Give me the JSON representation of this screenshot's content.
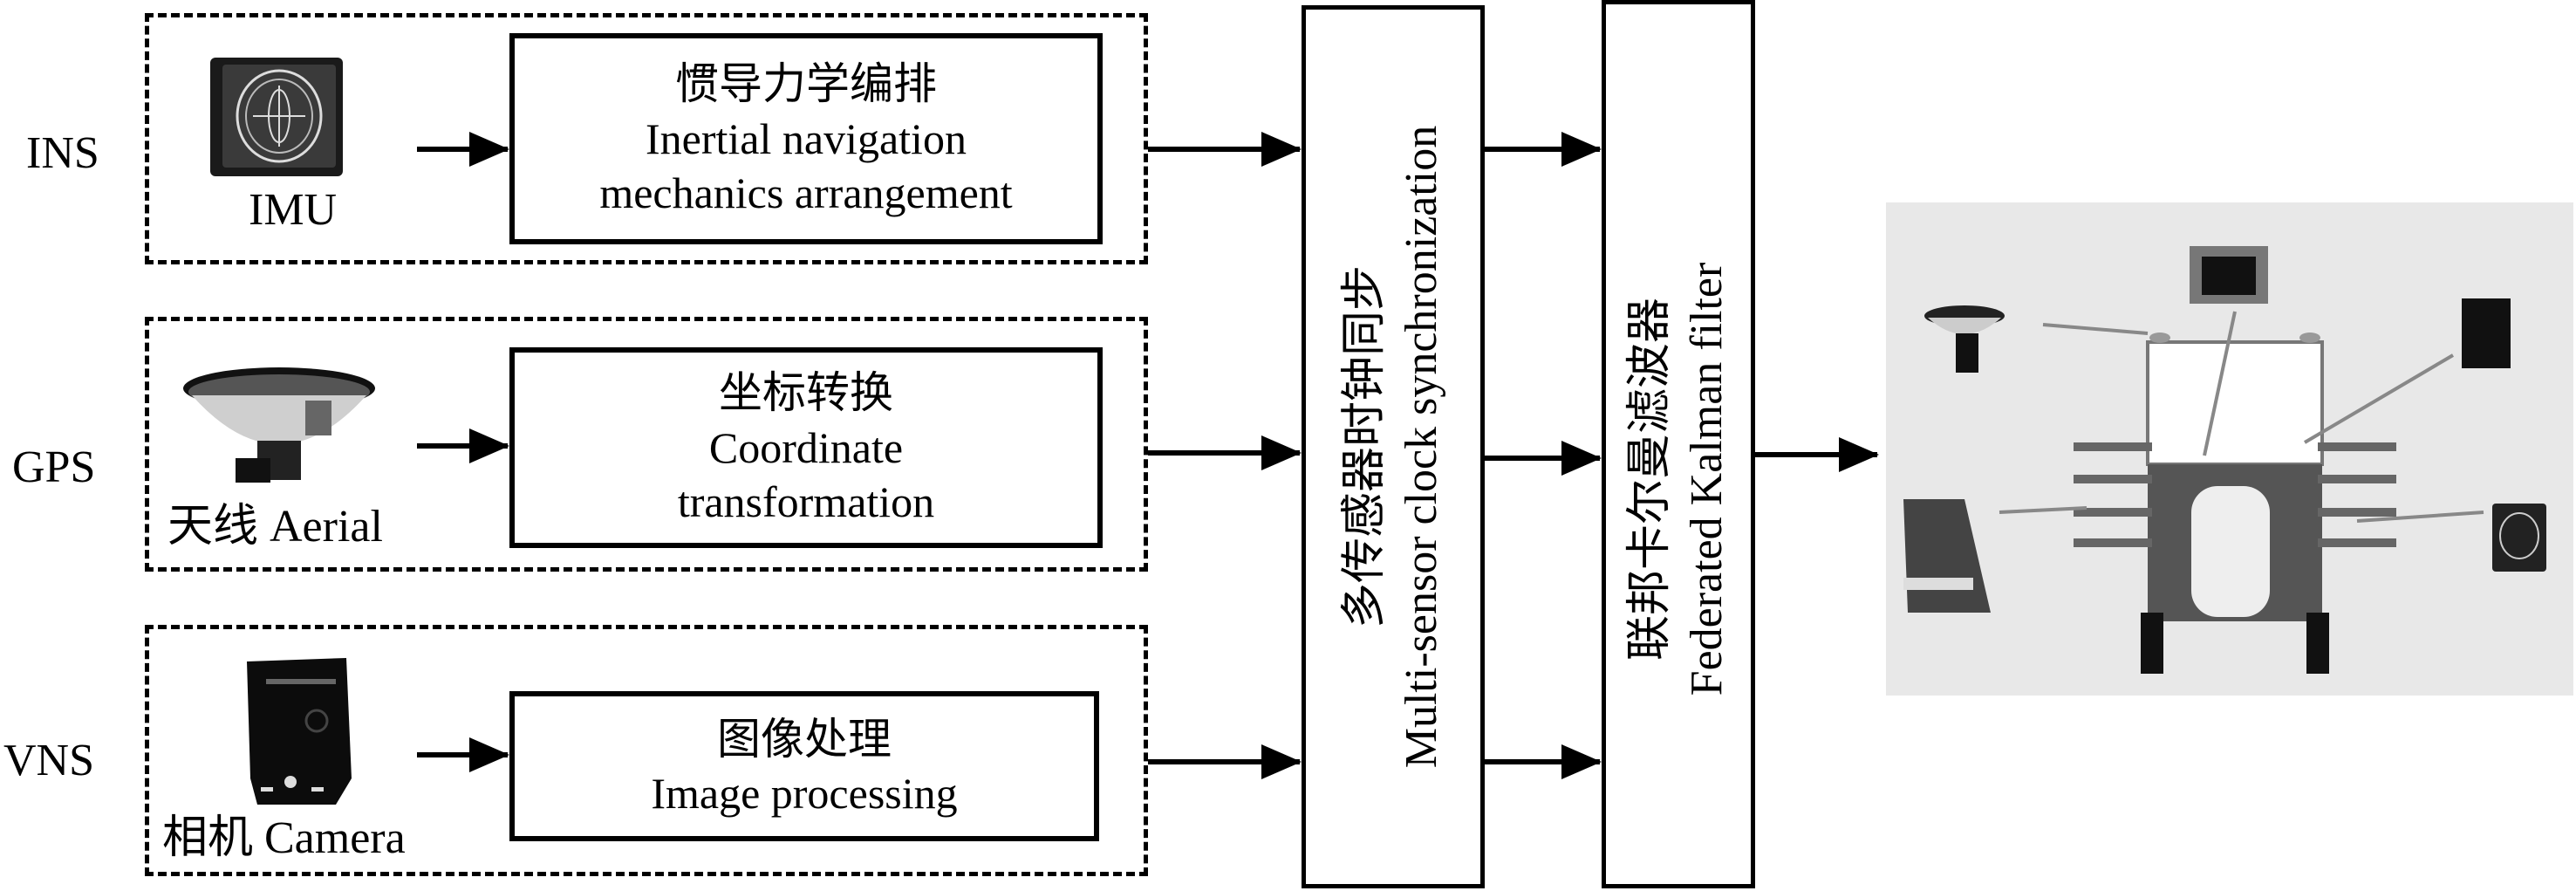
{
  "rows": [
    {
      "label": "INS",
      "sensor_caption": "IMU",
      "sensor_icon": "imu-device-icon",
      "process_cn": "惯导力学编排",
      "process_en_lines": [
        "Inertial navigation",
        "mechanics arrangement"
      ]
    },
    {
      "label": "GPS",
      "sensor_caption": "天线 Aerial",
      "sensor_icon": "gps-antenna-icon",
      "process_cn": "坐标转换",
      "process_en_lines": [
        "Coordinate",
        "transformation"
      ]
    },
    {
      "label": "VNS",
      "sensor_caption": "相机 Camera",
      "sensor_icon": "camera-icon",
      "process_cn": "图像处理",
      "process_en_lines": [
        "Image processing"
      ]
    }
  ],
  "sync_block": {
    "cn": "多传感器时钟同步",
    "en": "Multi-sensor clock synchronization"
  },
  "filter_block": {
    "cn": "联邦卡尔曼滤波器",
    "en": "Federated Kalman filter"
  },
  "output_photo": {
    "description": "rice-transplanter-with-mounted-sensors",
    "callouts": [
      "gps-antenna",
      "display-screen",
      "camera",
      "controller-box",
      "imu"
    ]
  },
  "colors": {
    "line": "#000000",
    "photo_background": "#e8e8e8"
  }
}
